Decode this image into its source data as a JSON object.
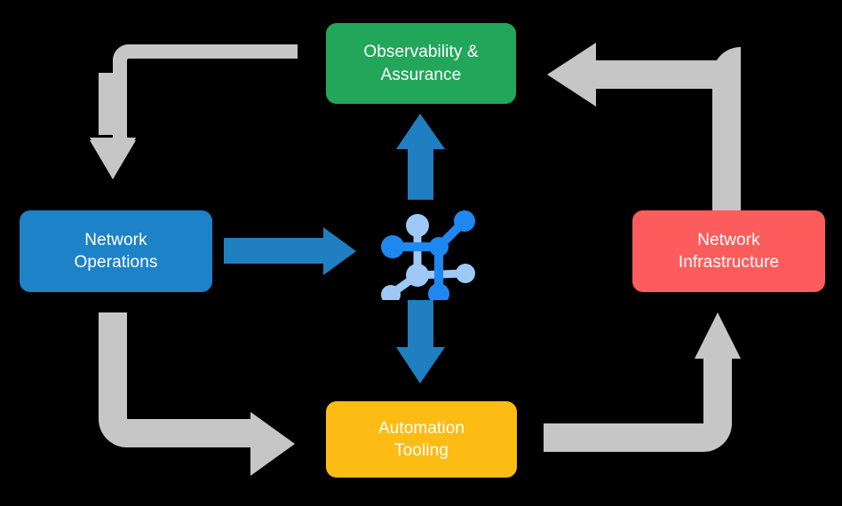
{
  "diagram": {
    "title": "Network automation lifecycle loop",
    "background_color": "#000000",
    "nodes": [
      {
        "id": "observability",
        "label": "Observability &\nAssurance",
        "color": "#22A75A",
        "text_color": "#FFFFFF",
        "position": "top"
      },
      {
        "id": "operations",
        "label": "Network\nOperations",
        "color": "#1E82C8",
        "text_color": "#FFFFFF",
        "position": "left"
      },
      {
        "id": "infrastructure",
        "label": "Network\nInfrastructure",
        "color": "#FD5C5C",
        "text_color": "#FFFFFF",
        "position": "right"
      },
      {
        "id": "automation",
        "label": "Automation\nTooling",
        "color": "#FDBC14",
        "text_color": "#FFFFFF",
        "position": "bottom"
      }
    ],
    "center_icon": {
      "name": "network-topology-icon",
      "color_primary": "#1E88F0",
      "color_secondary": "#9EC8F5"
    },
    "connectors": {
      "blue_color": "#1F7FC0",
      "gray_color": "#C6C6C6",
      "blue_arrows": [
        {
          "id": "operations-to-center",
          "direction": "right"
        },
        {
          "id": "center-to-observability",
          "direction": "up"
        },
        {
          "id": "center-to-automation",
          "direction": "down"
        }
      ],
      "gray_arrows": [
        {
          "id": "observability-to-operations",
          "direction": "down"
        },
        {
          "id": "infrastructure-to-observability",
          "direction": "left"
        },
        {
          "id": "operations-to-automation",
          "direction": "right"
        },
        {
          "id": "automation-to-infrastructure",
          "direction": "up"
        }
      ]
    }
  }
}
